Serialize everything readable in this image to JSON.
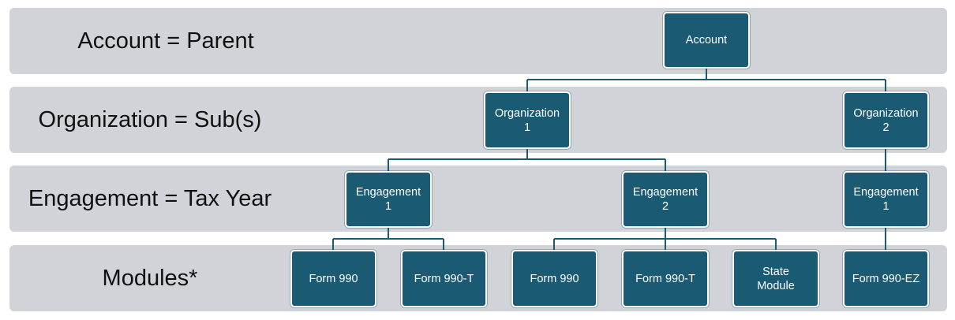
{
  "levels": [
    {
      "label": "Account = Parent"
    },
    {
      "label": "Organization = Sub(s)"
    },
    {
      "label": "Engagement = Tax Year"
    },
    {
      "label": "Modules*"
    }
  ],
  "nodes": {
    "account": "Account",
    "org1": "Organization\n1",
    "org2": "Organization\n2",
    "eng1_org1": "Engagement\n1",
    "eng2_org1": "Engagement\n2",
    "eng1_org2": "Engagement\n1",
    "mod_form990_e1": "Form 990",
    "mod_form990t_e1": "Form 990-T",
    "mod_form990_e2": "Form 990",
    "mod_form990t_e2": "Form 990-T",
    "mod_state_e2": "State\nModule",
    "mod_form990ez": "Form 990-EZ"
  },
  "colors": {
    "band": "#d1d3d8",
    "node": "#1a5a73",
    "connector": "#1a5a73",
    "node_text": "#ffffff"
  }
}
